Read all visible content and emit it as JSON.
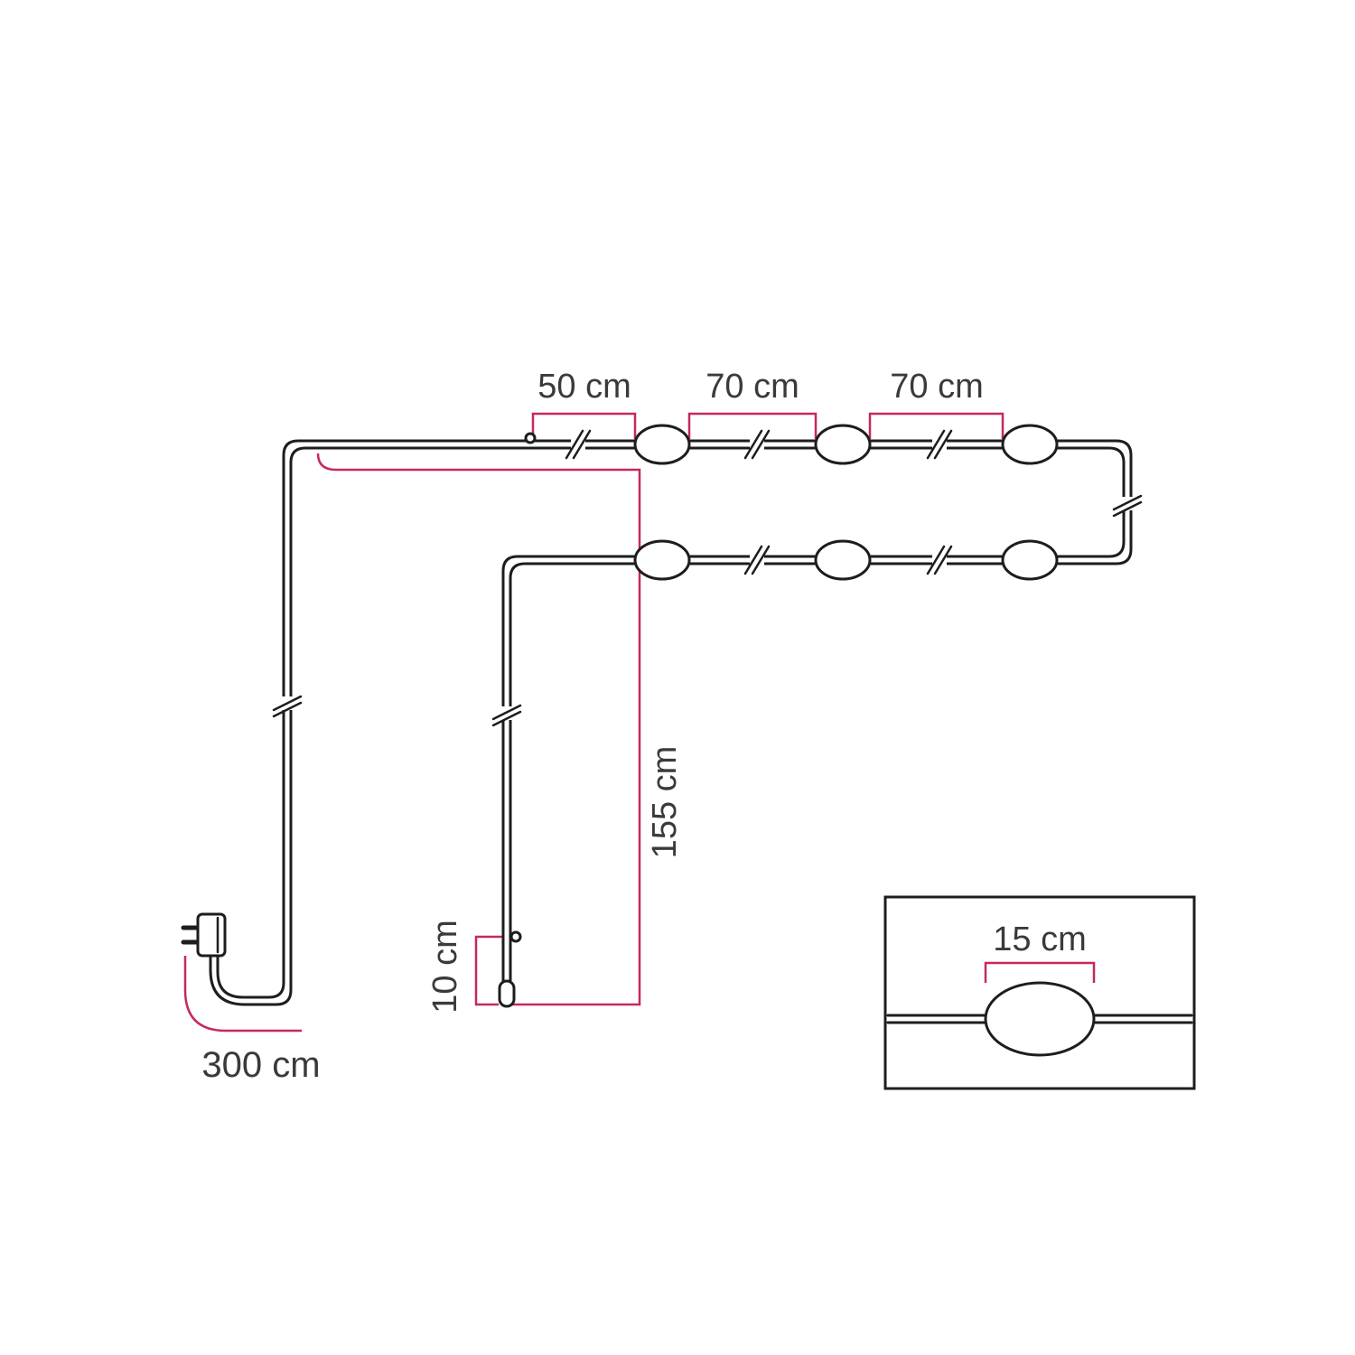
{
  "diagram": {
    "type": "string-light-cable-dimension-diagram",
    "dimension_labels": {
      "start_to_first_lamp": "50 cm",
      "between_lamps_1": "70 cm",
      "between_lamps_2": "70 cm",
      "drop_length": "155 cm",
      "end_terminal": "10 cm",
      "power_cable": "300 cm",
      "lamp_holder_width": "15 cm"
    },
    "colors": {
      "cable": "#1d1d1b",
      "dimension": "#c5295f",
      "label": "#3a3a38",
      "background": "#ffffff"
    }
  }
}
